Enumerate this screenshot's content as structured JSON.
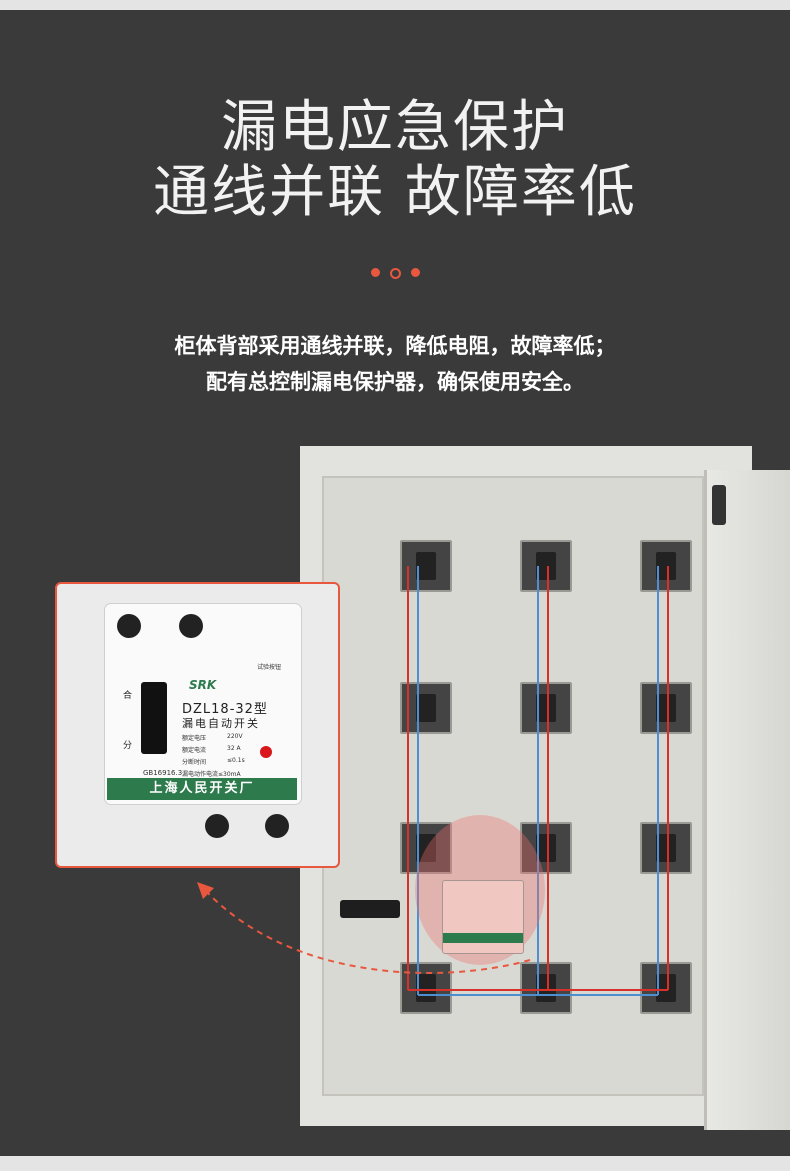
{
  "headline": {
    "line1": "漏电应急保护",
    "line2": "通线并联 故障率低"
  },
  "description": {
    "line1": "柜体背部采用通线并联，降低电阻，故障率低；",
    "line2": "配有总控制漏电保护器，确保使用安全。"
  },
  "breaker": {
    "brand": "SRK",
    "test_button": "试验按钮",
    "model": "DZL18-32型",
    "name": "漏电自动开关",
    "on": "合",
    "off": "分",
    "specs": [
      {
        "label": "额定电压",
        "value": "220V"
      },
      {
        "label": "额定电流",
        "value": "32 A"
      },
      {
        "label": "分断时间",
        "value": "≤0.1s"
      },
      {
        "label": "漏电动作电流≤30mA",
        "value": ""
      }
    ],
    "standard": "GB16916.3",
    "maker": "上海人民开关厂"
  },
  "colors": {
    "accent": "#e8583f",
    "background": "#3a3a3a",
    "breaker_green": "#2d7a4c"
  }
}
